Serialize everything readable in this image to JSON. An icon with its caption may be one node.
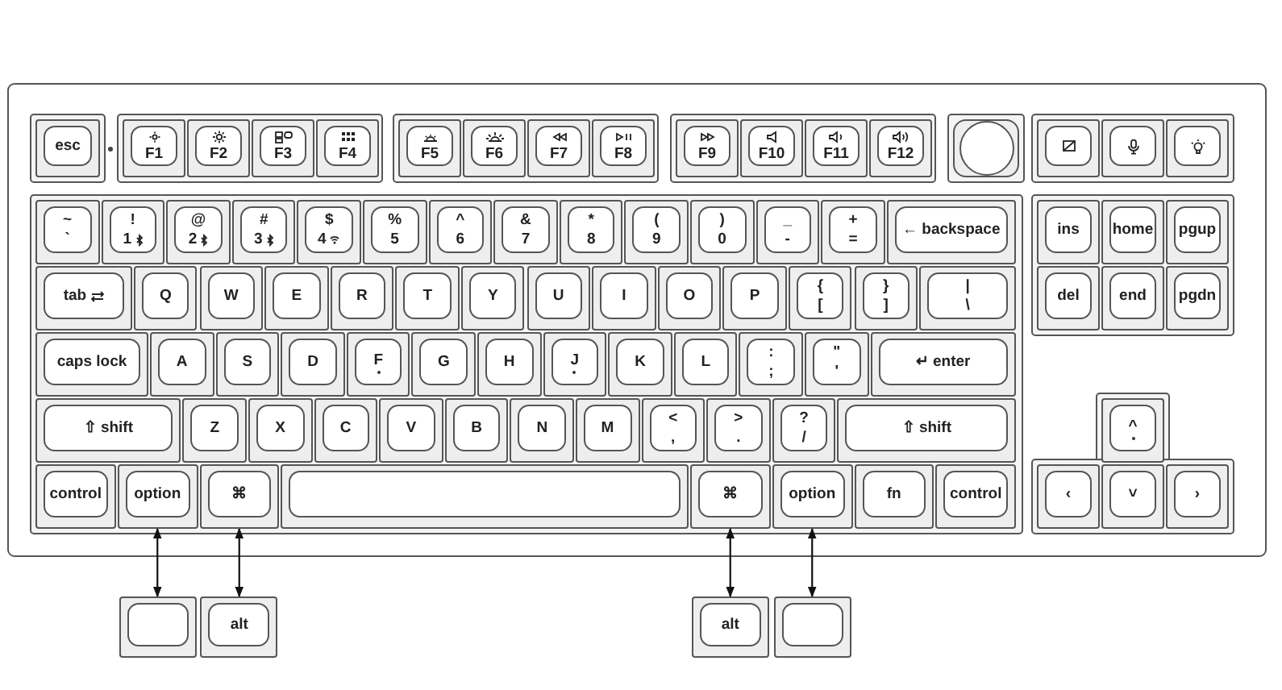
{
  "diagram": {
    "nodes": [
      {
        "text": [
          "esc"
        ]
      },
      {
        "text": [
          "F1"
        ]
      },
      {
        "text": [
          "F2"
        ]
      },
      {
        "text": [
          "F3"
        ]
      },
      {
        "text": [
          "F4"
        ]
      },
      {
        "text": [
          "F5"
        ]
      },
      {
        "text": [
          "F6"
        ]
      },
      {
        "text": [
          "F7"
        ]
      },
      {
        "text": [
          "F8"
        ]
      },
      {
        "text": [
          "F9"
        ]
      },
      {
        "text": [
          "F10"
        ]
      },
      {
        "text": [
          "F11"
        ]
      },
      {
        "text": [
          "F12"
        ]
      },
      {
        "text": [],
        "shape": "circle"
      },
      {
        "text": [],
        "shape": "box"
      },
      {
        "text": [],
        "shape": "box"
      },
      {
        "text": [],
        "shape": "box"
      },
      {
        "text": [
          "~",
          "`"
        ]
      },
      {
        "text": [
          "!",
          "1"
        ]
      },
      {
        "text": [
          "@",
          "2"
        ]
      },
      {
        "text": [
          "#",
          "3"
        ]
      },
      {
        "text": [
          "$",
          "4"
        ]
      },
      {
        "text": [
          "%",
          "5"
        ]
      },
      {
        "text": [
          "^",
          "6"
        ]
      },
      {
        "text": [
          "&",
          "7"
        ]
      },
      {
        "text": [
          "*",
          "8"
        ]
      },
      {
        "text": [
          "(",
          "9"
        ]
      },
      {
        "text": [
          ")",
          "0"
        ]
      },
      {
        "text": [
          "_",
          "-"
        ]
      },
      {
        "text": [
          "+",
          "="
        ]
      },
      {
        "text": [
          "← backspace"
        ]
      },
      {
        "text": [
          "ins"
        ]
      },
      {
        "text": [
          "home"
        ]
      },
      {
        "text": [
          "pgup"
        ]
      },
      {
        "text": [
          "tab"
        ]
      },
      {
        "text": [
          "Q"
        ]
      },
      {
        "text": [
          "W"
        ]
      },
      {
        "text": [
          "E"
        ]
      },
      {
        "text": [
          "R"
        ]
      },
      {
        "text": [
          "T"
        ]
      },
      {
        "text": [
          "Y"
        ]
      },
      {
        "text": [
          "U"
        ]
      },
      {
        "text": [
          "I"
        ]
      },
      {
        "text": [
          "O"
        ]
      },
      {
        "text": [
          "P"
        ]
      },
      {
        "text": [
          "{",
          "["
        ]
      },
      {
        "text": [
          "}",
          "]"
        ]
      },
      {
        "text": [
          "|",
          "\\"
        ]
      },
      {
        "text": [
          "del"
        ]
      },
      {
        "text": [
          "end"
        ]
      },
      {
        "text": [
          "pgdn"
        ]
      },
      {
        "text": [
          "caps lock"
        ]
      },
      {
        "text": [
          "A"
        ]
      },
      {
        "text": [
          "S"
        ]
      },
      {
        "text": [
          "D"
        ]
      },
      {
        "text": [
          "F"
        ]
      },
      {
        "text": [
          "G"
        ]
      },
      {
        "text": [
          "H"
        ]
      },
      {
        "text": [
          "J"
        ]
      },
      {
        "text": [
          "K"
        ]
      },
      {
        "text": [
          "L"
        ]
      },
      {
        "text": [
          ":",
          ";"
        ]
      },
      {
        "text": [
          "\"",
          "'"
        ]
      },
      {
        "text": [
          "↵ enter"
        ]
      },
      {
        "text": [
          "⇧ shift"
        ]
      },
      {
        "text": [
          "Z"
        ]
      },
      {
        "text": [
          "X"
        ]
      },
      {
        "text": [
          "C"
        ]
      },
      {
        "text": [
          "V"
        ]
      },
      {
        "text": [
          "B"
        ]
      },
      {
        "text": [
          "N"
        ]
      },
      {
        "text": [
          "M"
        ]
      },
      {
        "text": [
          "<",
          ","
        ]
      },
      {
        "text": [
          ">",
          "."
        ]
      },
      {
        "text": [
          "?",
          "/"
        ]
      },
      {
        "text": [
          "⇧ shift"
        ]
      },
      {
        "text": [
          "^"
        ]
      },
      {
        "text": [
          "control"
        ]
      },
      {
        "text": [
          "option"
        ]
      },
      {
        "text": [
          "⌘"
        ]
      },
      {
        "text": [],
        "shape": "box"
      },
      {
        "text": [
          "⌘"
        ]
      },
      {
        "text": [
          "option"
        ]
      },
      {
        "text": [
          "fn"
        ]
      },
      {
        "text": [
          "control"
        ]
      },
      {
        "text": [
          "‹"
        ]
      },
      {
        "text": [
          "˅"
        ]
      },
      {
        "text": [
          "›"
        ]
      },
      {
        "text": [],
        "shape": "box"
      },
      {
        "text": [
          "alt"
        ]
      },
      {
        "text": [
          "alt"
        ]
      },
      {
        "text": [],
        "shape": "box"
      }
    ],
    "edges": [
      {
        "from": 78,
        "to": 88,
        "arrow": "both"
      },
      {
        "from": 79,
        "to": 89,
        "arrow": "both"
      },
      {
        "from": 81,
        "to": 90,
        "arrow": "both"
      },
      {
        "from": 82,
        "to": 91,
        "arrow": "both"
      }
    ]
  }
}
